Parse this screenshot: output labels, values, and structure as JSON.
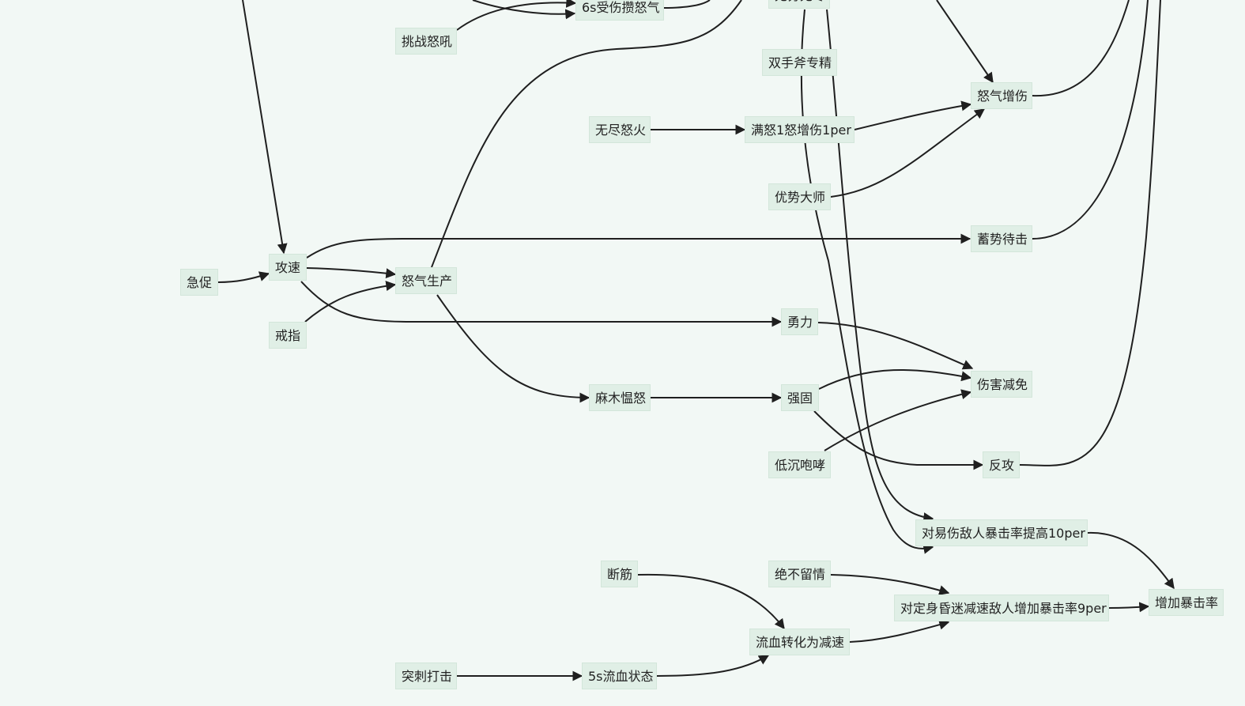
{
  "nodes": {
    "n_6s": "6s受伤攒怒气",
    "n_tiaozhan": "挑战怒吼",
    "n_top_partial": "无穷无尽",
    "n_shuangshou": "双手斧专精",
    "n_nuqi_zengshang": "怒气增伤",
    "n_wujin": "无尽怒火",
    "n_mannu": "满怒1怒增伤1per",
    "n_youshi": "优势大师",
    "n_xushi": "蓄势待击",
    "n_gongsu": "攻速",
    "n_jicu": "急促",
    "n_nuqi_shengchan": "怒气生产",
    "n_jiezhi": "戒指",
    "n_yongli": "勇力",
    "n_shanghai_jianmian": "伤害减免",
    "n_mamu": "麻木愠怒",
    "n_qianggu": "强固",
    "n_dichen": "低沉咆哮",
    "n_fangong": "反攻",
    "n_yishang": "对易伤敌人暴击率提高10per",
    "n_duanjin": "断筋",
    "n_juebu": "绝不留情",
    "n_dingshen": "对定身昏迷减速敌人增加暴击率9per",
    "n_zengjia_baoji": "增加暴击率",
    "n_liuxue_zhuanhua": "流血转化为减速",
    "n_tuci": "突刺打击",
    "n_5s": "5s流血状态"
  },
  "style": {
    "background": "#f2f8f5",
    "node_fill": "#e0efe6",
    "node_border": "#d3e6da",
    "edge_color": "#1f1f1f"
  }
}
